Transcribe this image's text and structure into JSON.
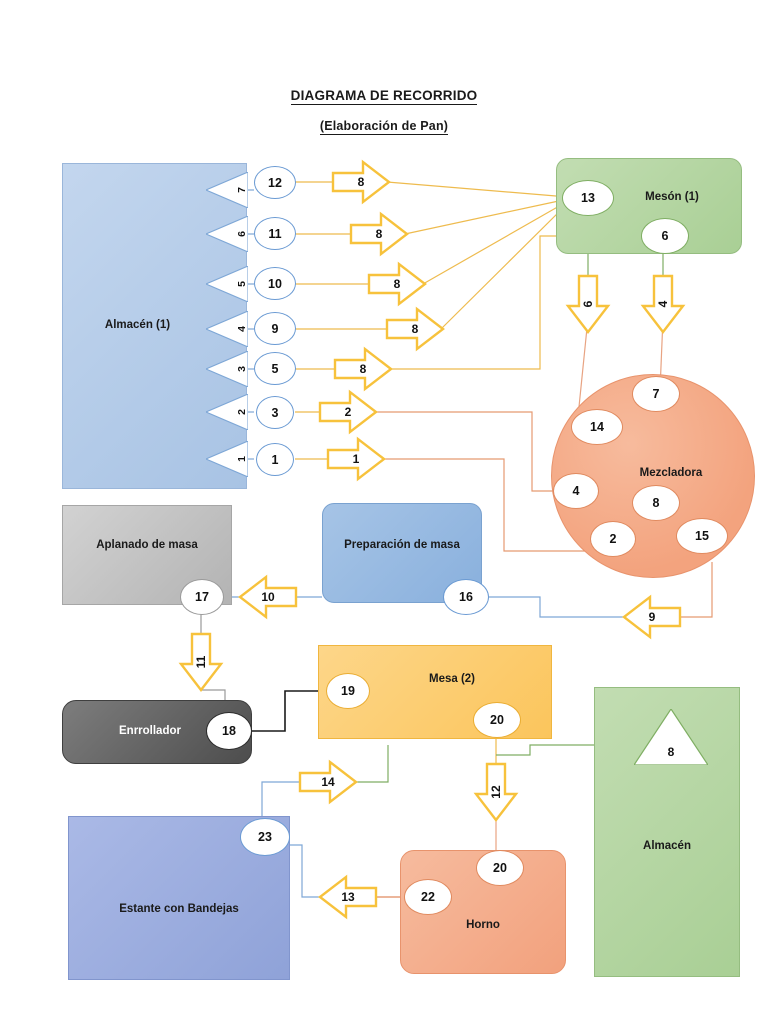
{
  "title": {
    "main": "DIAGRAMA DE RECORRIDO",
    "sub": "(Elaboración de Pan)"
  },
  "colors": {
    "almacen_blue": "#a8c3e4",
    "meson_green": "#a9cf95",
    "mezcladora_orange": "#f3a37e",
    "aplanado_gray": "#b3b3b3",
    "preparacion_blue": "#89b0dd",
    "enrrollador_dark": "#4d4d4d",
    "mesa_yellow": "#fbc55c",
    "estante_periwinkle": "#8fa2d8",
    "horno_salmon": "#f2a17d",
    "arrow_yellow": "#f7c23c"
  },
  "blocks": {
    "almacen1": "Almacén (1)",
    "meson": "Mesón (1)",
    "mezcladora": "Mezcladora",
    "aplanado": "Aplanado de masa",
    "preparacion": "Preparación de masa",
    "enrrollador": "Enrrollador",
    "mesa2": "Mesa (2)",
    "almacen2": "Almacén",
    "estante": "Estante con Bandejas",
    "horno": "Horno"
  },
  "storage_triangles": [
    {
      "label": "7"
    },
    {
      "label": "6"
    },
    {
      "label": "5"
    },
    {
      "label": "4"
    },
    {
      "label": "3"
    },
    {
      "label": "2"
    },
    {
      "label": "1"
    }
  ],
  "almacen2_triangle": {
    "label": "8"
  },
  "nodes": {
    "almacen1": [
      "12",
      "11",
      "10",
      "9",
      "5",
      "3",
      "1"
    ],
    "meson": [
      "13",
      "6"
    ],
    "mezcladora": [
      "7",
      "14",
      "4",
      "8",
      "2",
      "15"
    ],
    "aplanado": "17",
    "preparacion": "16",
    "enrrollador": "18",
    "mesa2": [
      "19",
      "20"
    ],
    "estante": "23",
    "horno": [
      "20",
      "22"
    ]
  },
  "arrows": {
    "a8_1": "8",
    "a8_2": "8",
    "a8_3": "8",
    "a8_4": "8",
    "a8_5": "8",
    "a2": "2",
    "a1": "1",
    "a6_down": "6",
    "a4_down": "4",
    "a10": "10",
    "a9": "9",
    "a11_down": "11",
    "a12_down": "12",
    "a13": "13",
    "a14": "14"
  }
}
